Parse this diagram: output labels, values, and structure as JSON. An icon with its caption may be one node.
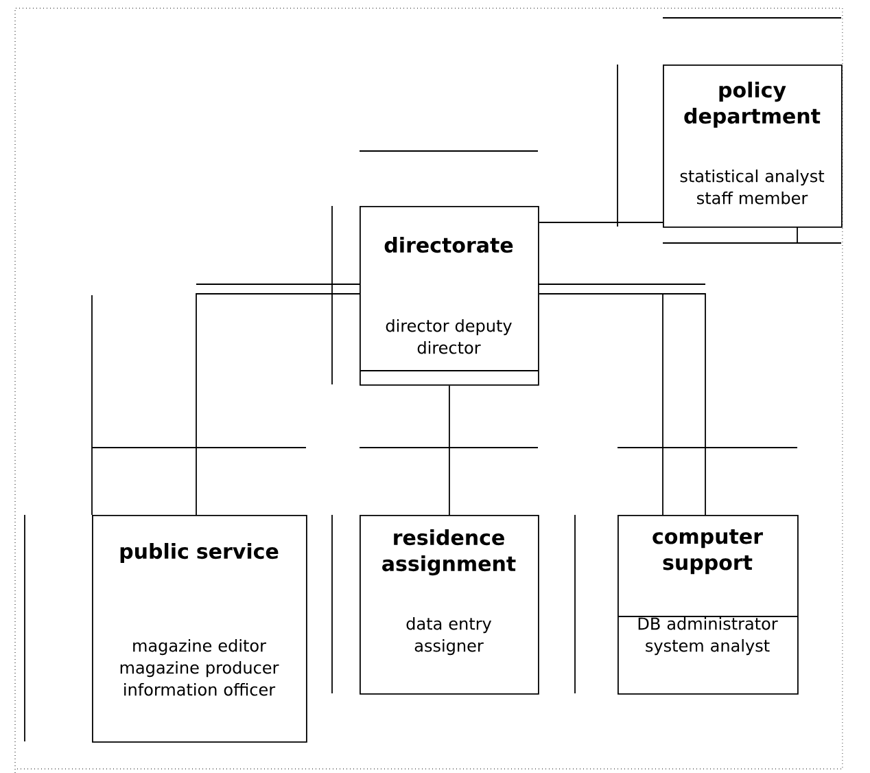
{
  "diagram": {
    "nodes": [
      {
        "text": [
          "directorate",
          "director deputy director"
        ]
      },
      {
        "text": [
          "policy department",
          "statistical analyst staff member"
        ]
      },
      {
        "text": [
          "public service",
          "magazine editor magazine producer information officer"
        ]
      },
      {
        "text": [
          "residence assignment",
          "data entry assigner"
        ]
      },
      {
        "text": [
          "computer support",
          "DB administrator system analyst"
        ]
      }
    ],
    "edges": [
      {
        "from": 0,
        "to": 1,
        "arrow": "none"
      },
      {
        "from": 0,
        "to": 2,
        "arrow": "none"
      },
      {
        "from": 0,
        "to": 3,
        "arrow": "none"
      },
      {
        "from": 0,
        "to": 4,
        "arrow": "none"
      }
    ]
  }
}
